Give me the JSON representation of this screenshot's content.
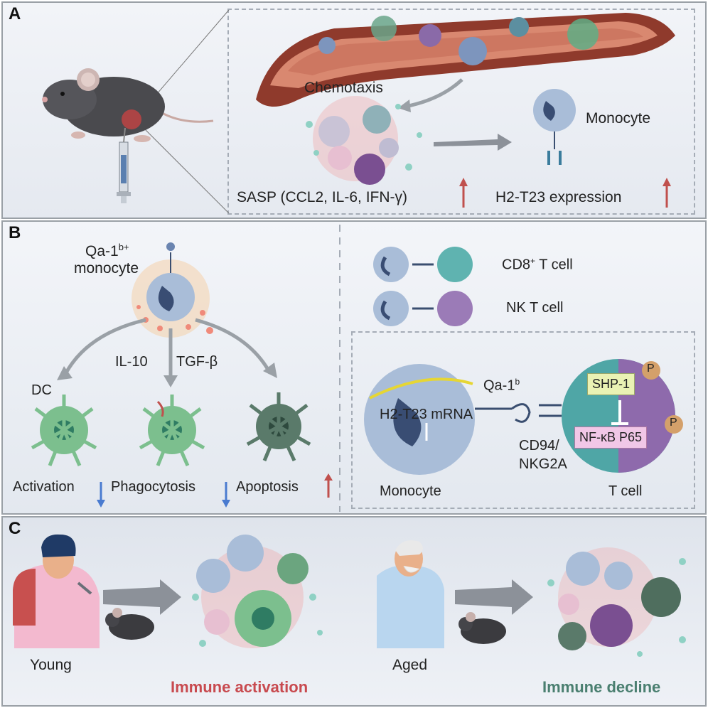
{
  "panels": {
    "a": {
      "label": "A",
      "chemotaxis": "Chemotaxis",
      "monocyte": "Monocyte",
      "sasp": "SASP (CCL2, IL-6, IFN-γ)",
      "h2_expression": "H2-T23 expression"
    },
    "b": {
      "label": "B",
      "qa1_monocyte_line1": "Qa-1",
      "qa1_monocyte_sup": "b+",
      "qa1_monocyte_line2": "monocyte",
      "il10": "IL-10",
      "tgfb": "TGF-β",
      "dc": "DC",
      "activation": "Activation",
      "phagocytosis": "Phagocytosis",
      "apoptosis": "Apoptosis",
      "cd8_prefix": "CD8",
      "cd8_sup": "+",
      "cd8_suffix": " T cell",
      "nkt": "NK T cell",
      "qa1b_prefix": "Qa-1",
      "qa1b_sup": "b",
      "shp1": "SHP-1",
      "p": "P",
      "nfkb": "NF-κB P65",
      "mrna": "H2-T23 mRNA",
      "cd94_line1": "CD94/",
      "cd94_line2": "NKG2A",
      "monocyte_bottom": "Monocyte",
      "tcell": "T cell"
    },
    "c": {
      "label": "C",
      "young": "Young",
      "aged": "Aged",
      "immune_activation": "Immune activation",
      "immune_decline": "Immune decline"
    }
  },
  "colors": {
    "up_arrow": "#c0504d",
    "down_arrow": "#4a7bd0",
    "activation_text": "#c84a4f",
    "decline_text": "#4a7f70"
  },
  "icons": [
    "mouse-icon",
    "syringe-icon",
    "blood-vessel-icon",
    "monocyte-icon",
    "t-cell-icon",
    "dendritic-cell-icon",
    "person-icon"
  ]
}
